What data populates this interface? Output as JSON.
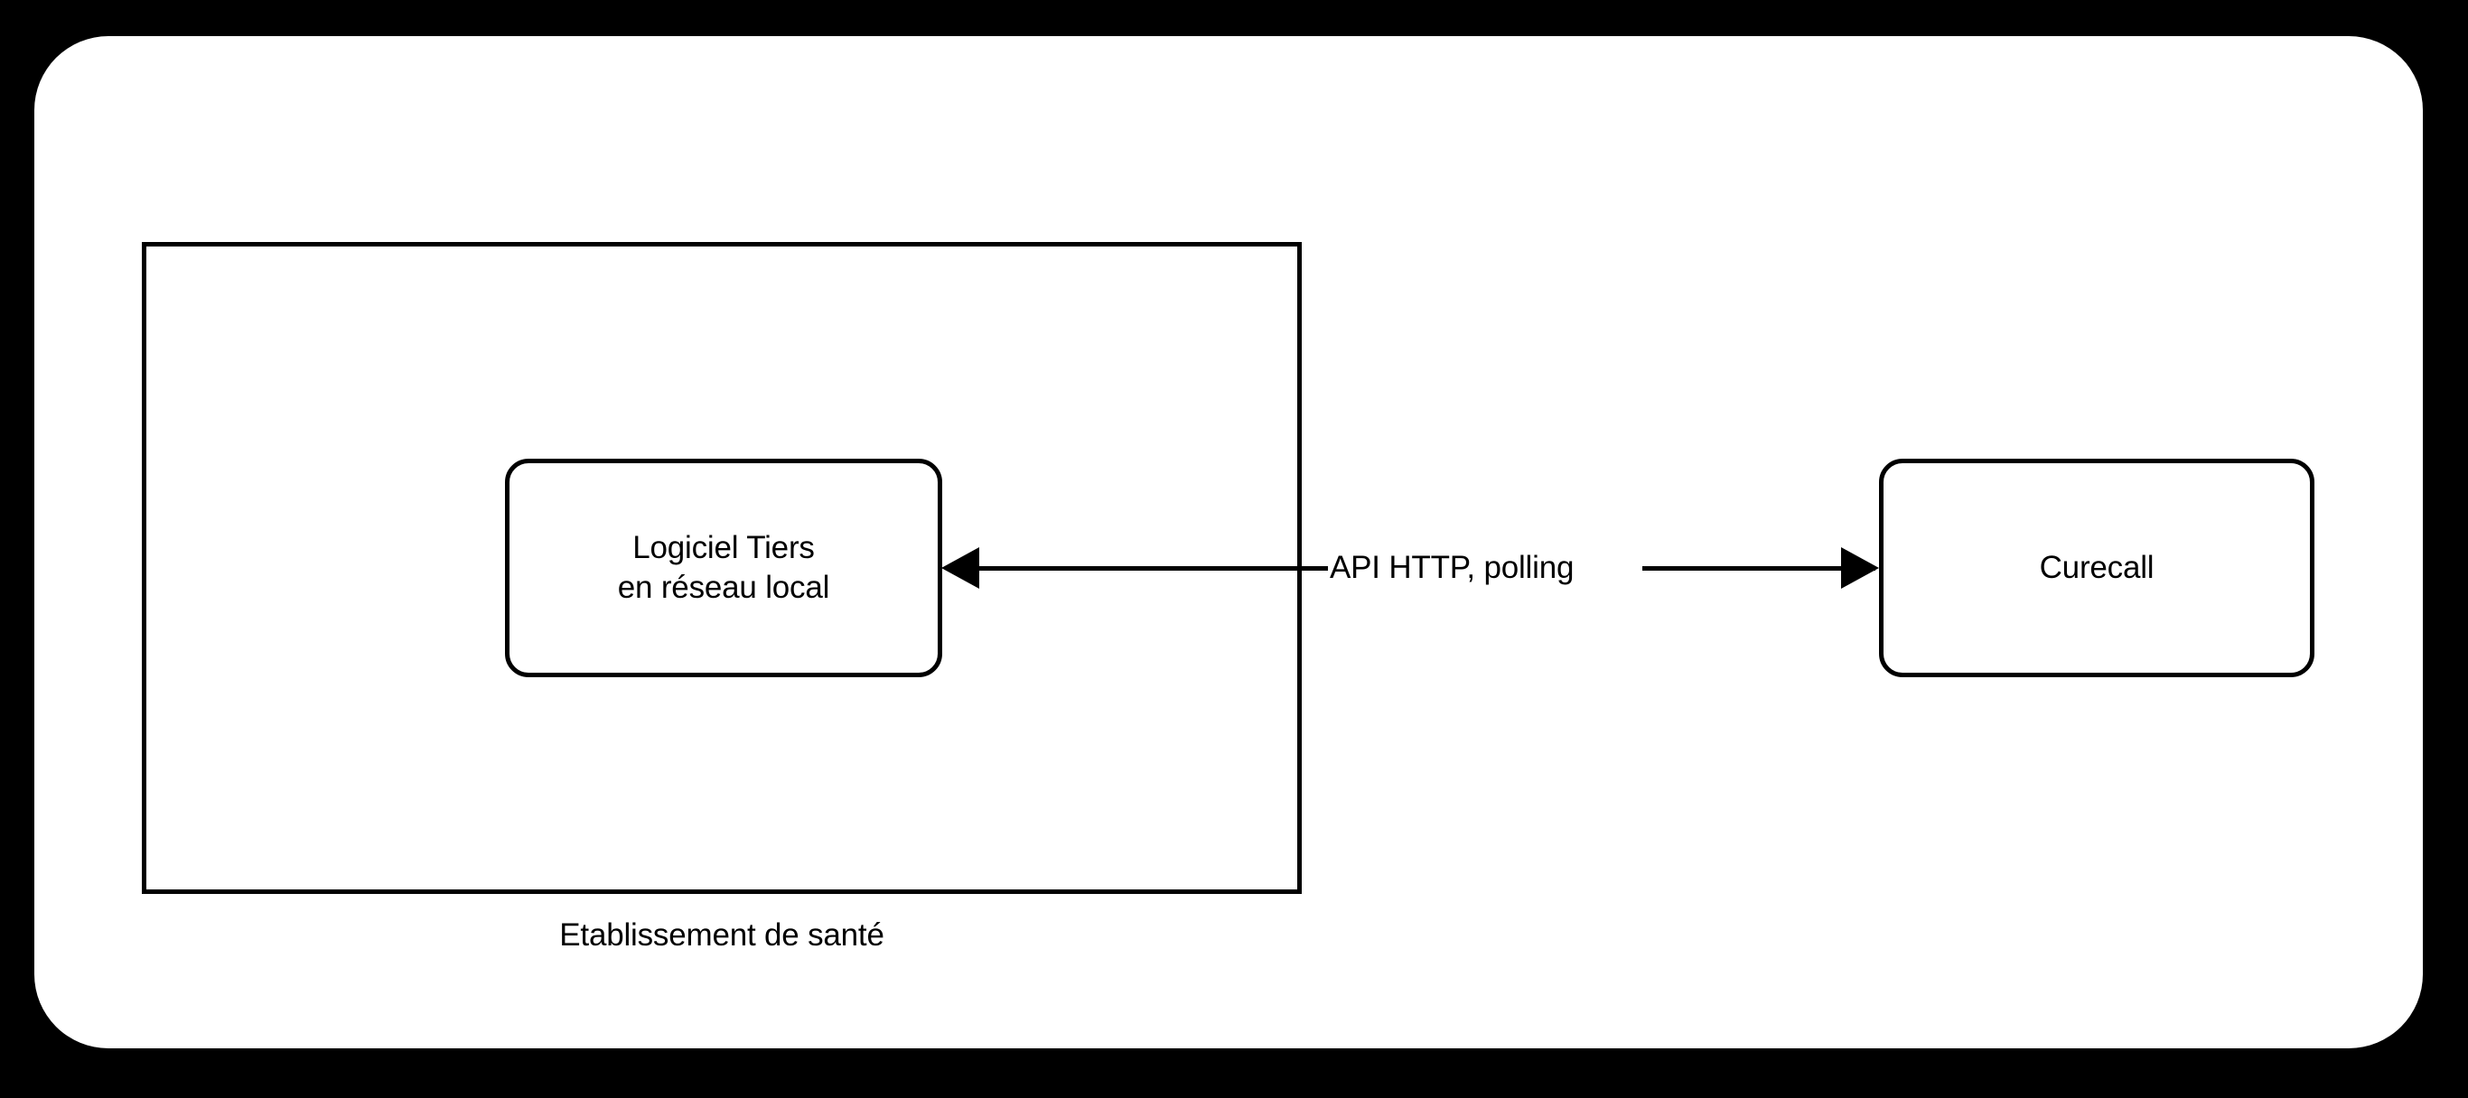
{
  "diagram": {
    "background_color": "#000000",
    "panel_color": "#ffffff",
    "stroke_color": "#000000",
    "group": {
      "caption": "Etablissement de santé"
    },
    "nodes": [
      {
        "id": "logiciel-tiers",
        "label": "Logiciel Tiers\nen réseau local",
        "shape": "rounded-rect"
      },
      {
        "id": "curecall",
        "label": "Curecall",
        "shape": "rounded-rect"
      }
    ],
    "connectors": [
      {
        "id": "api-http-polling",
        "label": "API HTTP, polling",
        "from": "curecall",
        "to": "logiciel-tiers",
        "direction": "bidirectional-heads",
        "style": "solid"
      }
    ]
  }
}
